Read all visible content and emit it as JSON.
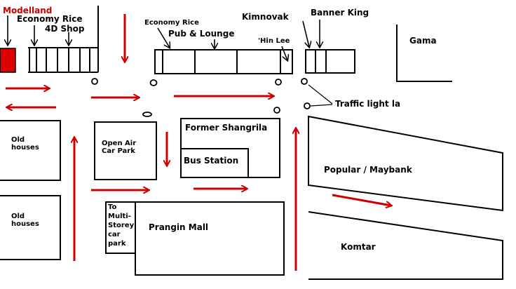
{
  "labels": {
    "modelland": "Modelland",
    "economy_rice_left": "Economy Rice",
    "four_d_shop": "4D Shop",
    "economy_rice_top": "Economy Rice",
    "pub_lounge": "Pub & Lounge",
    "kimnovak": "Kimnovak",
    "banner_king": "Banner King",
    "hin_lee": "'Hin Lee",
    "gama": "Gama",
    "traffic_light": "Traffic light la",
    "old_houses_top": "Old houses",
    "open_air_car_park": "Open Air Car Park",
    "former_shangrila": "Former Shangrila",
    "bus_station": "Bus Station",
    "popular_maybank": "Popular / Maybank",
    "old_houses_bottom": "Old houses",
    "to_multi_storey": "To Multi-Storey car park",
    "prangin_mall": "Prangin Mall",
    "komtar": "Komtar"
  },
  "colors": {
    "arrow": "#cc0000",
    "line": "#000000",
    "modelland_block": "#dd0000"
  }
}
